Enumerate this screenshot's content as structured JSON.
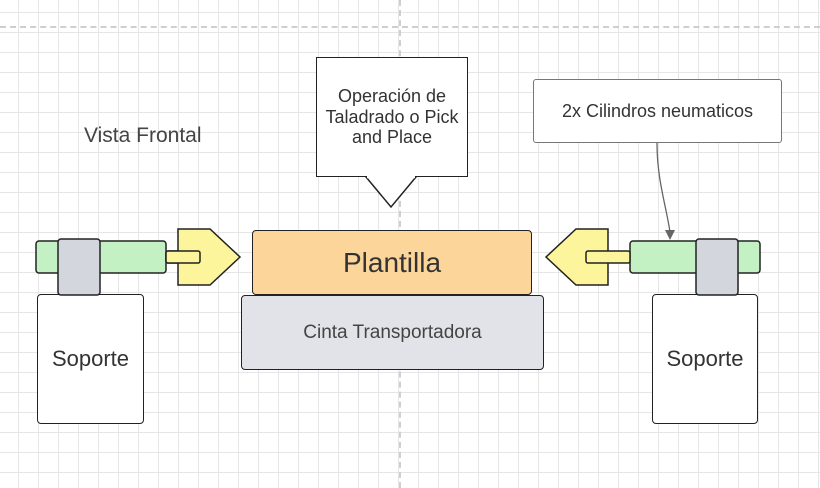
{
  "title": "Vista Frontal",
  "callout_text": "Operación de Taladrado o Pick and Place",
  "note_text": "2x Cilindros neumaticos",
  "plantilla_label": "Plantilla",
  "belt_label": "Cinta Transportadora",
  "left_support_label": "Soporte",
  "right_support_label": "Soporte",
  "colors": {
    "plantilla": "#fbd59a",
    "belt": "#e1e3e8",
    "cylinder": "#c3f1c3",
    "piston_head": "#fcf59b",
    "clamp": "#d3d6dc"
  }
}
